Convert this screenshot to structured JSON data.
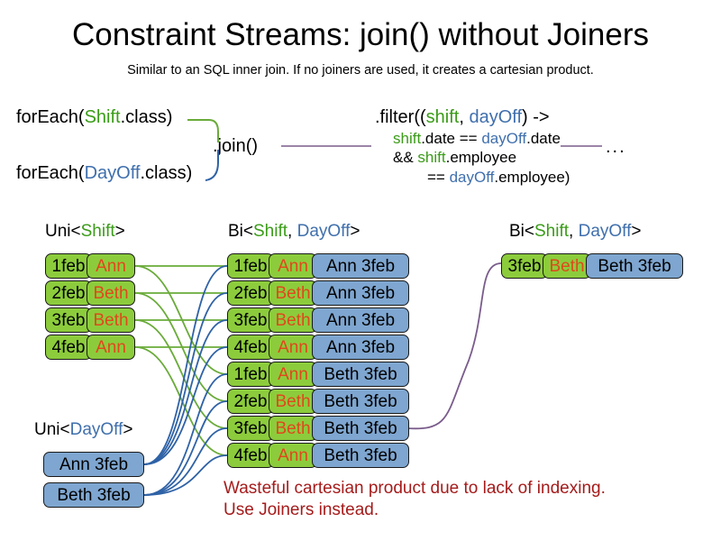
{
  "title": "Constraint Streams: join() without Joiners",
  "subtitle": "Similar to an SQL inner join. If no joiners are used, it creates a cartesian product.",
  "code": {
    "for_each_shift": {
      "prefix": "forEach(",
      "type": "Shift",
      "suffix": ".class)"
    },
    "for_each_dayoff": {
      "prefix": "forEach(",
      "type": "DayOff",
      "suffix": ".class)"
    },
    "join_label": ".join()",
    "filter": {
      "line1_prefix": ".filter((",
      "line1_param1": "shift",
      "line1_sep": ", ",
      "line1_param2": "dayOff",
      "line1_suffix": ") ->",
      "line2_a": "shift",
      "line2_b": ".date == ",
      "line2_c": "dayOff",
      "line2_d": ".date",
      "line3_a": "&& ",
      "line3_b": "shift",
      "line3_c": ".employee",
      "line4_a": "== ",
      "line4_b": "dayOff",
      "line4_c": ".employee)"
    },
    "ellipsis": "..."
  },
  "streams": {
    "uni_shift_header": {
      "prefix": "Uni<",
      "type": "Shift",
      "suffix": ">"
    },
    "uni_dayoff_header": {
      "prefix": "Uni<",
      "type": "DayOff",
      "suffix": ">"
    },
    "bi_middle_header": {
      "prefix": "Bi<",
      "type1": "Shift",
      "sep": ", ",
      "type2": "DayOff",
      "suffix": ">"
    },
    "bi_right_header": {
      "prefix": "Bi<",
      "type1": "Shift",
      "sep": ", ",
      "type2": "DayOff",
      "suffix": ">"
    }
  },
  "uni_shift_rows": [
    {
      "date": "1feb",
      "employee": "Ann"
    },
    {
      "date": "2feb",
      "employee": "Beth"
    },
    {
      "date": "3feb",
      "employee": "Beth"
    },
    {
      "date": "4feb",
      "employee": "Ann"
    }
  ],
  "uni_dayoff_rows": [
    {
      "dayoff": "Ann 3feb"
    },
    {
      "dayoff": "Beth 3feb"
    }
  ],
  "bi_middle_rows": [
    {
      "date": "1feb",
      "employee": "Ann",
      "dayoff": "Ann 3feb"
    },
    {
      "date": "2feb",
      "employee": "Beth",
      "dayoff": "Ann 3feb"
    },
    {
      "date": "3feb",
      "employee": "Beth",
      "dayoff": "Ann 3feb"
    },
    {
      "date": "4feb",
      "employee": "Ann",
      "dayoff": "Ann 3feb"
    },
    {
      "date": "1feb",
      "employee": "Ann",
      "dayoff": "Beth 3feb"
    },
    {
      "date": "2feb",
      "employee": "Beth",
      "dayoff": "Beth 3feb"
    },
    {
      "date": "3feb",
      "employee": "Beth",
      "dayoff": "Beth 3feb"
    },
    {
      "date": "4feb",
      "employee": "Ann",
      "dayoff": "Beth 3feb"
    }
  ],
  "bi_right_rows": [
    {
      "date": "3feb",
      "employee": "Beth",
      "dayoff": "Beth 3feb"
    }
  ],
  "warning": "Wasteful cartesian product due to lack of indexing.\nUse Joiners instead.",
  "colors": {
    "shift_green": "#8ccc3c",
    "dayoff_blue": "#7ea6d0",
    "employee_orange": "#e0481c",
    "type_green": "#3a9c18",
    "type_blue": "#3f6fad",
    "warning_red": "#a51b1b",
    "wire_green": "#6aab3a",
    "wire_blue": "#2f62a6",
    "wire_purple": "#7a5c8c"
  }
}
